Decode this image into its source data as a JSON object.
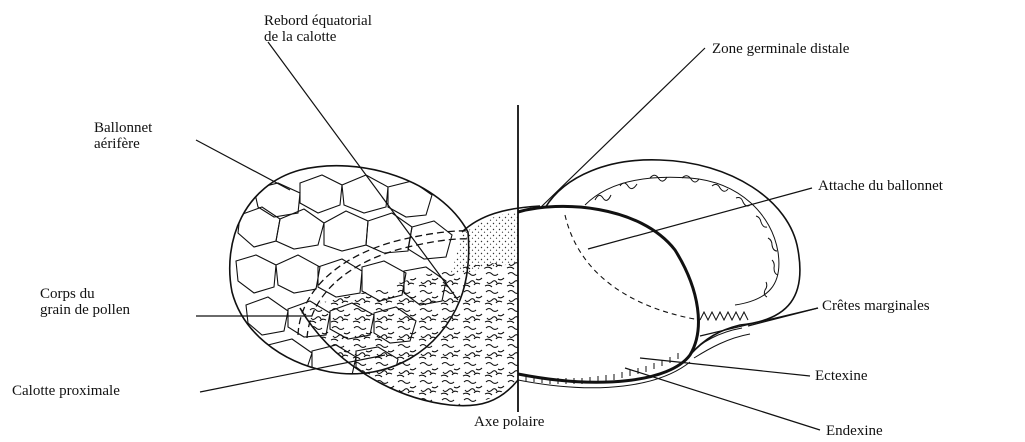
{
  "diagram": {
    "labels": {
      "rebord": [
        "Rebord équatorial",
        "de la calotte"
      ],
      "zone_germinale": "Zone germinale distale",
      "ballonnet": [
        "Ballonnet",
        "aérifère"
      ],
      "attache": "Attache du ballonnet",
      "corps": [
        "Corps du",
        "grain de pollen"
      ],
      "cretes": "Crêtes marginales",
      "ectexine": "Ectexine",
      "calotte": "Calotte proximale",
      "axe": "Axe polaire",
      "endexine": "Endexine"
    },
    "colors": {
      "ink": "#111111",
      "background": "#ffffff"
    }
  }
}
